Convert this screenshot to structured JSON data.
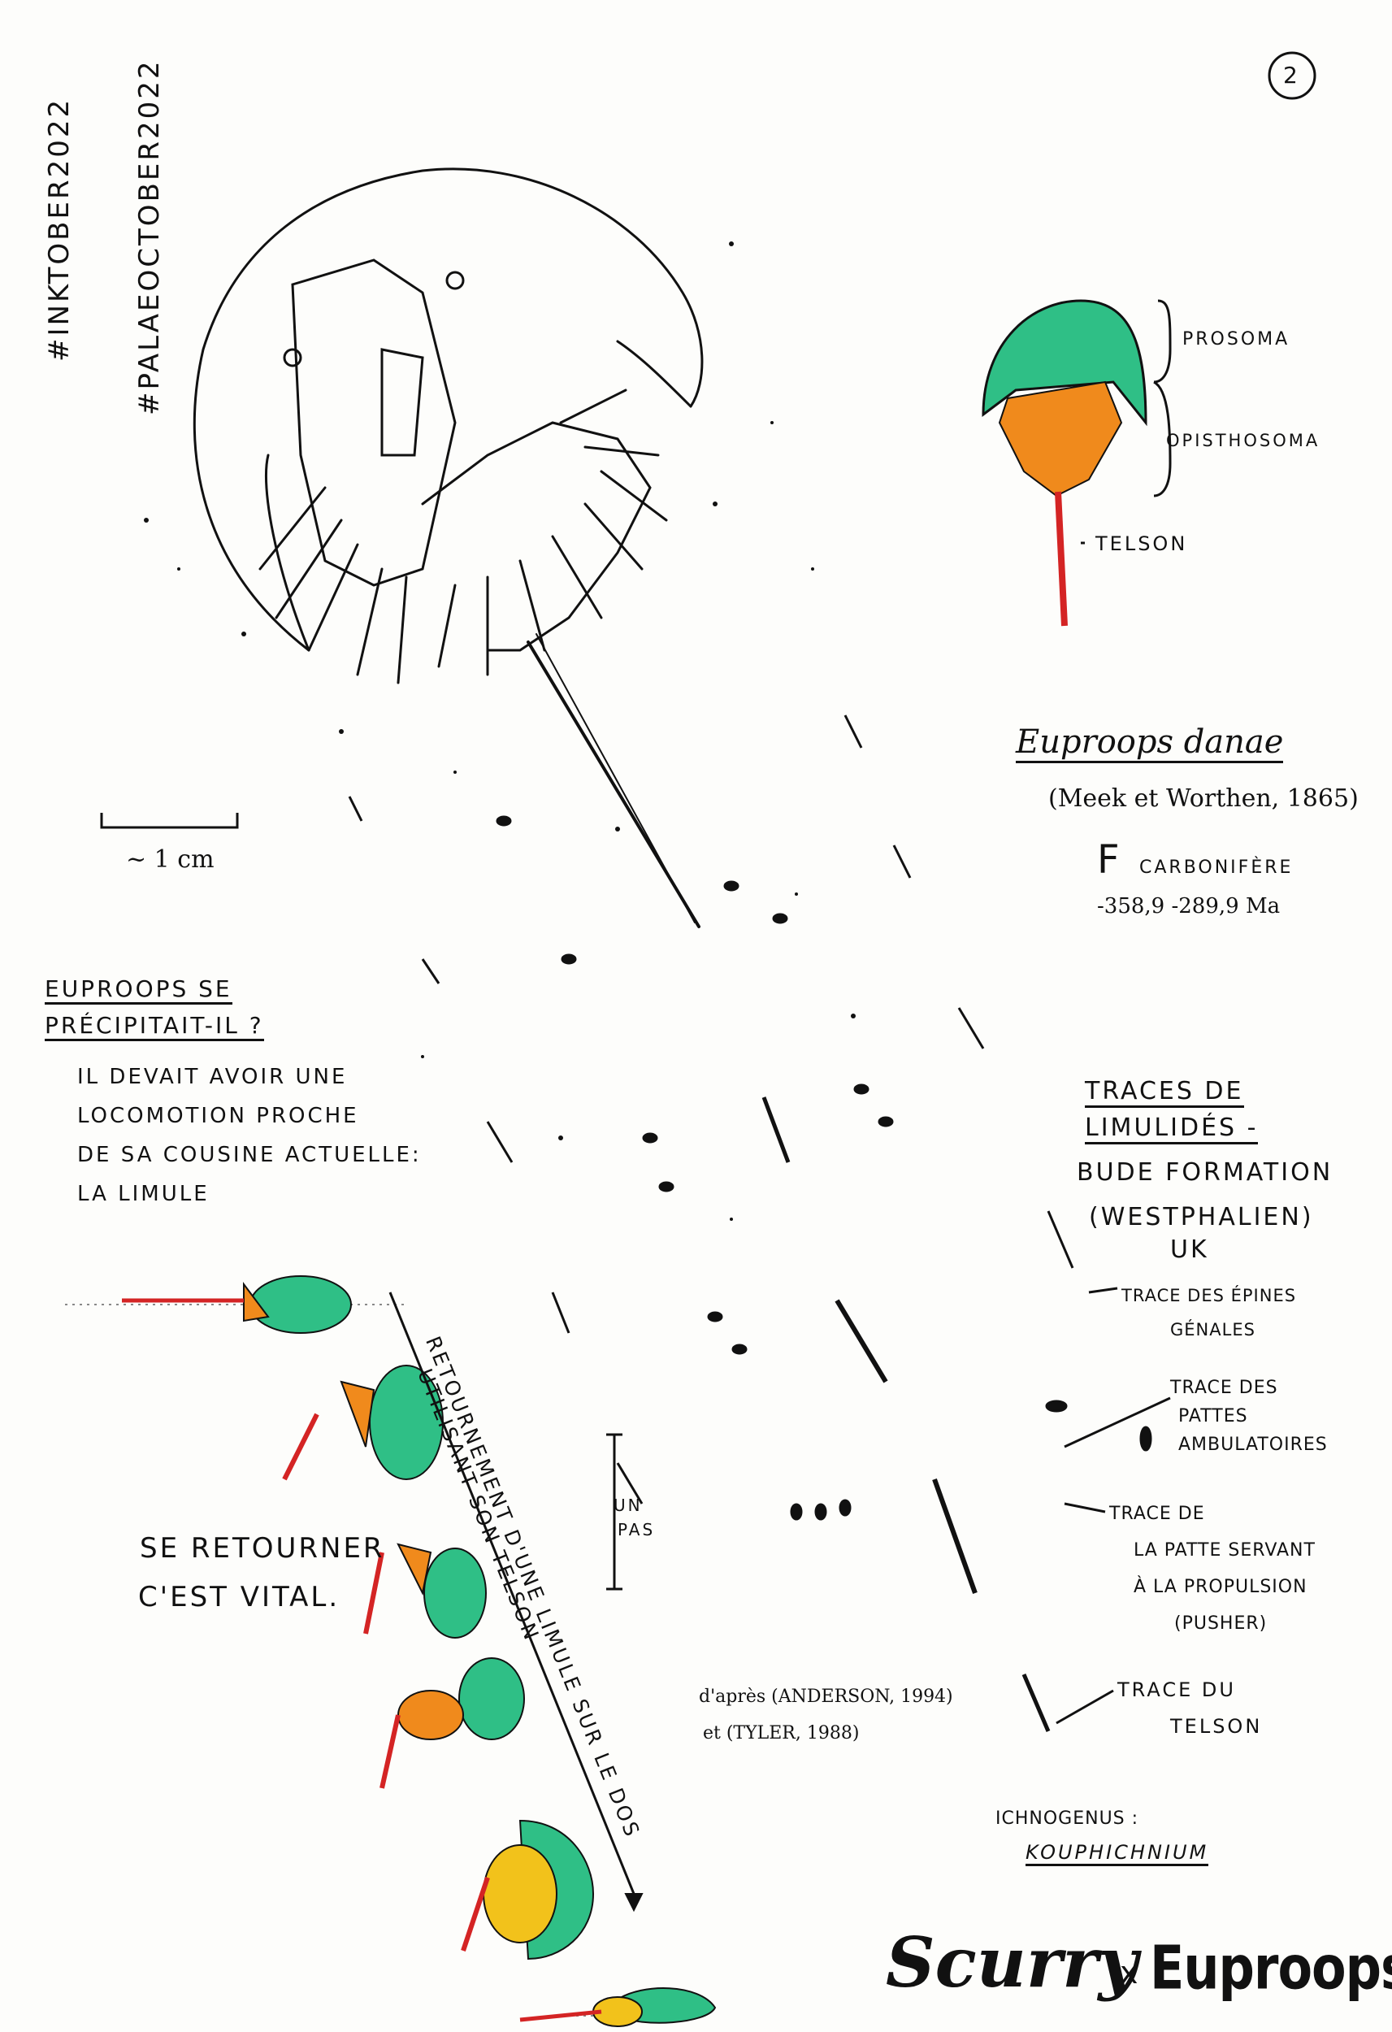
{
  "page_number": "2",
  "hashtags": [
    "#INKTOBER2022",
    "#PALAEOCTOBER2022"
  ],
  "scale_bar_label": "~ 1 cm",
  "species": {
    "name": "Euproops danae",
    "authority": "(Meek et Worthen, 1865)",
    "period": "CARBONIFÈRE",
    "period_symbol": "F",
    "age_range": "-358,9   -289,9 Ma"
  },
  "diagram_labels": {
    "prosoma": "PROSOMA",
    "opisthosoma": "OPISTHOSOMA",
    "telson": "TELSON"
  },
  "question": {
    "title_line1": "EUPROOPS SE",
    "title_line2": "PRÉCIPITAIT-IL ?",
    "body": [
      "IL DEVAIT AVOIR UNE",
      "LOCOMOTION PROCHE",
      "DE SA COUSINE ACTUELLE:",
      "LA LIMULE"
    ]
  },
  "traces": {
    "title_line1": "TRACES DE",
    "title_line2": "LIMULIDÉS -",
    "subtitle_line1": "BUDE FORMATION",
    "subtitle_line2": "(WESTPHALIEN)",
    "subtitle_line3": "UK",
    "step_label_1": "UN",
    "step_label_2": "PAS",
    "annotations": [
      {
        "id": "spines",
        "lines": [
          "TRACE DES ÉPINES",
          "GÉNALES"
        ]
      },
      {
        "id": "legs",
        "lines": [
          "TRACE DES",
          "PATTES",
          "AMBULATOIRES"
        ]
      },
      {
        "id": "pusher",
        "lines": [
          "TRACE DE",
          "LA PATTE SERVANT",
          "À LA PROPULSION",
          "(PUSHER)"
        ]
      },
      {
        "id": "telson",
        "lines": [
          "TRACE DU",
          "TELSON"
        ]
      }
    ],
    "source_line1": "d'après (ANDERSON, 1994)",
    "source_line2": "et (TYLER, 1988)"
  },
  "ichnogenus": {
    "label": "ICHNOGENUS :",
    "name": "KOUPHICHNIUM"
  },
  "flip_sequence": {
    "caption_line1": "SE RETOURNER",
    "caption_line2": "C'EST VITAL.",
    "side_text_1": "RETOURNEMENT D'UNE LIMULE SUR LE DOS",
    "side_text_2": "UTILISANT SON TELSON"
  },
  "brand": {
    "left": "Scurry",
    "separator": "x",
    "right": "Euproops"
  },
  "colors": {
    "ink": "#111111",
    "green": "#2fbf86",
    "orange": "#f08a1c",
    "yellow": "#f2c21b",
    "red": "#d42424",
    "pink": "#e0667a"
  }
}
